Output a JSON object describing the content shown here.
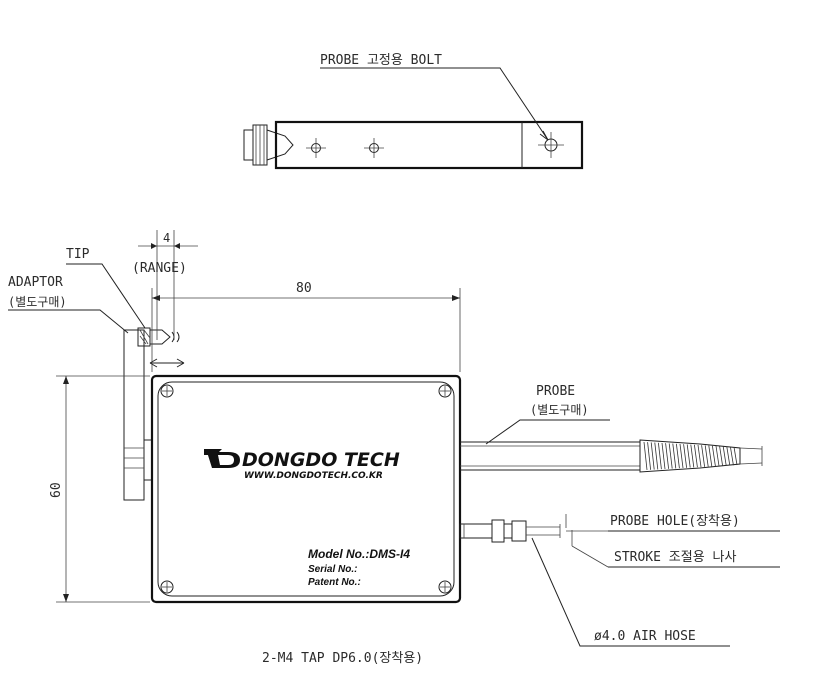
{
  "labels": {
    "probe_bolt": "PROBE 고정용 BOLT",
    "tip": "TIP",
    "adaptor": "ADAPTOR",
    "adaptor_note": "(별도구매)",
    "dim_range": "4",
    "range": "(RANGE)",
    "dim_width": "80",
    "dim_height": "60",
    "probe": "PROBE",
    "probe_note": "(별도구매)",
    "probe_hole": "PROBE HOLE(장착용)",
    "stroke": "STROKE 조절용 나사",
    "air_hose": "ø4.0 AIR HOSE",
    "tap": "2-M4 TAP DP6.0(장착용)"
  },
  "device": {
    "brand": "DONGDO TECH",
    "url": "WWW.DONGDOTECH.CO.KR",
    "model": "Model No.:DMS-I4",
    "serial": "Serial No.:",
    "patent": "Patent No.:"
  },
  "colors": {
    "line": "#222222",
    "background": "#ffffff"
  }
}
